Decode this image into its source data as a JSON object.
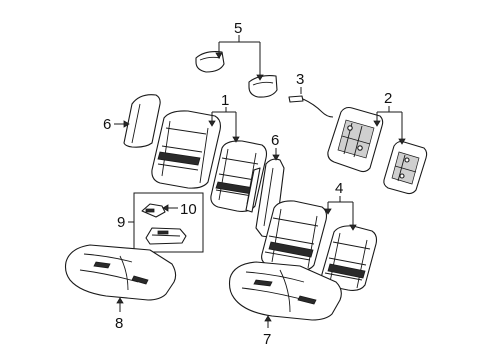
{
  "diagram": {
    "callouts": {
      "c1": "1",
      "c2": "2",
      "c3": "3",
      "c4": "4",
      "c5": "5",
      "c6a": "6",
      "c6b": "6",
      "c7": "7",
      "c8": "8",
      "c9": "9",
      "c10": "10"
    }
  }
}
